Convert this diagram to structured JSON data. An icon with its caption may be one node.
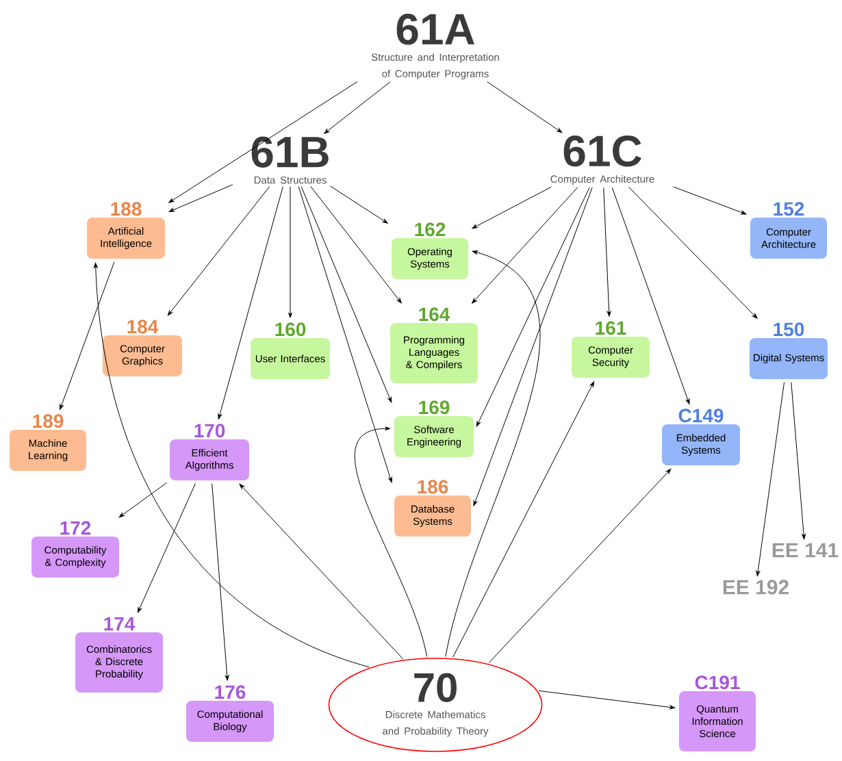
{
  "diagram": {
    "nodes": [
      {
        "text": [
          "61A",
          "Structure and Interpretation of Computer Programs"
        ]
      },
      {
        "text": [
          "61B",
          "Data Structures"
        ]
      },
      {
        "text": [
          "61C",
          "Computer Architecture"
        ]
      },
      {
        "text": [
          "188",
          "Artificial Intelligence"
        ]
      },
      {
        "text": [
          "162",
          "Operating Systems"
        ]
      },
      {
        "text": [
          "152",
          "Computer Architecture"
        ]
      },
      {
        "text": [
          "184",
          "Computer Graphics"
        ]
      },
      {
        "text": [
          "160",
          "User Interfaces"
        ]
      },
      {
        "text": [
          "164",
          "Programming Languages & Compilers"
        ]
      },
      {
        "text": [
          "161",
          "Computer Security"
        ]
      },
      {
        "text": [
          "150",
          "Digital Systems"
        ]
      },
      {
        "text": [
          "189",
          "Machine Learning"
        ]
      },
      {
        "text": [
          "170",
          "Efficient Algorithms"
        ]
      },
      {
        "text": [
          "169",
          "Software Engineering"
        ]
      },
      {
        "text": [
          "C149",
          "Embedded Systems"
        ]
      },
      {
        "text": [
          "186",
          "Database Systems"
        ]
      },
      {
        "text": [
          "172",
          "Computability & Complexity"
        ]
      },
      {
        "text": [
          "EE 141"
        ]
      },
      {
        "text": [
          "EE 192"
        ]
      },
      {
        "text": [
          "174",
          "Combinatorics & Discrete Probability"
        ]
      },
      {
        "text": [
          "176",
          "Computational Biology"
        ]
      },
      {
        "text": [
          "70",
          "Discrete Mathematics and Probability Theory"
        ]
      },
      {
        "text": [
          "C191",
          "Quantum Information Science"
        ]
      }
    ],
    "edges": [
      {
        "from": 0,
        "to": 1,
        "arrow": "to"
      },
      {
        "from": 0,
        "to": 2,
        "arrow": "to"
      },
      {
        "from": 0,
        "to": 3,
        "arrow": "to"
      },
      {
        "from": 1,
        "to": 3,
        "arrow": "to"
      },
      {
        "from": 1,
        "to": 6,
        "arrow": "to"
      },
      {
        "from": 1,
        "to": 7,
        "arrow": "to"
      },
      {
        "from": 1,
        "to": 4,
        "arrow": "to"
      },
      {
        "from": 1,
        "to": 8,
        "arrow": "to"
      },
      {
        "from": 1,
        "to": 12,
        "arrow": "to"
      },
      {
        "from": 1,
        "to": 13,
        "arrow": "to"
      },
      {
        "from": 1,
        "to": 15,
        "arrow": "to"
      },
      {
        "from": 2,
        "to": 4,
        "arrow": "to"
      },
      {
        "from": 2,
        "to": 8,
        "arrow": "to"
      },
      {
        "from": 2,
        "to": 13,
        "arrow": "to"
      },
      {
        "from": 2,
        "to": 15,
        "arrow": "to"
      },
      {
        "from": 2,
        "to": 9,
        "arrow": "to"
      },
      {
        "from": 2,
        "to": 14,
        "arrow": "to"
      },
      {
        "from": 2,
        "to": 10,
        "arrow": "to"
      },
      {
        "from": 2,
        "to": 5,
        "arrow": "to"
      },
      {
        "from": 10,
        "to": 18,
        "arrow": "to"
      },
      {
        "from": 10,
        "to": 17,
        "arrow": "to"
      },
      {
        "from": 3,
        "to": 11,
        "arrow": "to"
      },
      {
        "from": 12,
        "to": 16,
        "arrow": "to"
      },
      {
        "from": 12,
        "to": 19,
        "arrow": "to"
      },
      {
        "from": 12,
        "to": 20,
        "arrow": "to"
      },
      {
        "from": 21,
        "to": 12,
        "arrow": "to"
      },
      {
        "from": 21,
        "to": 3,
        "arrow": "to"
      },
      {
        "from": 21,
        "to": 13,
        "arrow": "to"
      },
      {
        "from": 21,
        "to": 4,
        "arrow": "to"
      },
      {
        "from": 21,
        "to": 9,
        "arrow": "to"
      },
      {
        "from": 21,
        "to": 14,
        "arrow": "to"
      },
      {
        "from": 21,
        "to": 22,
        "arrow": "to"
      }
    ]
  }
}
